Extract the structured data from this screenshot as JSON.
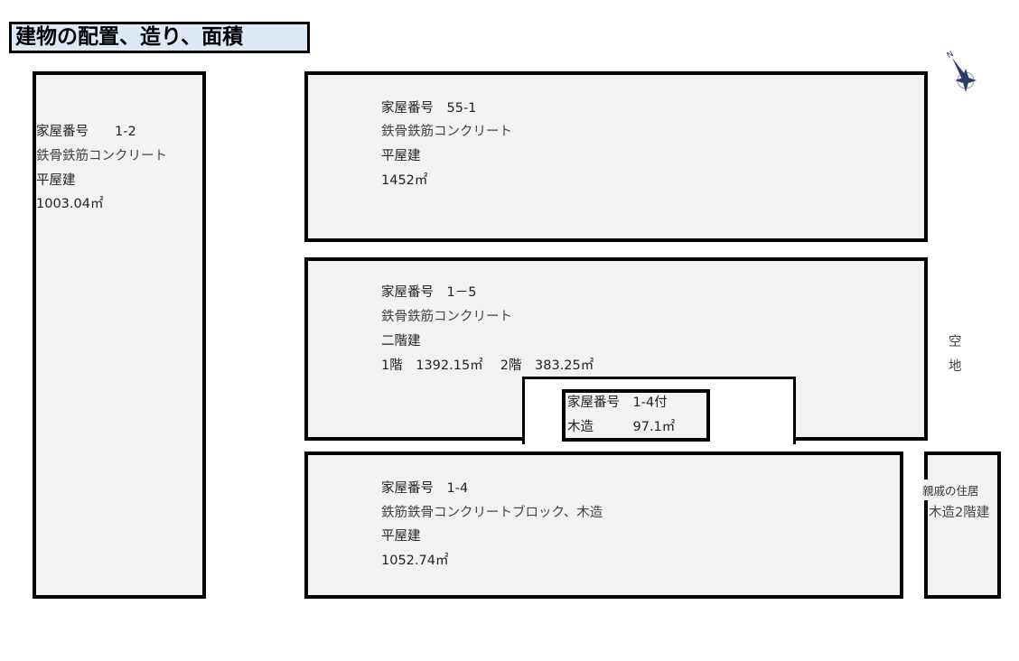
{
  "title": "建物の配置、造り、面積",
  "buildings": {
    "b12": {
      "lines": [
        "家屋番号　　1-2",
        "鉄骨鉄筋コンクリート",
        "平屋建",
        "1003.04㎡"
      ]
    },
    "b551": {
      "lines": [
        "家屋番号　55-1",
        "鉄骨鉄筋コンクリート",
        "平屋建",
        "1452㎡"
      ]
    },
    "b15": {
      "lines": [
        "家屋番号　1－5",
        "鉄骨鉄筋コンクリート",
        "二階建",
        "1階　1392.15㎡　 2階　383.25㎡"
      ]
    },
    "b14f": {
      "lines": [
        "家屋番号　1-4付",
        "木造　　　97.1㎡"
      ]
    },
    "b14": {
      "lines": [
        "家屋番号　1-4",
        "鉄筋鉄骨コンクリートブロック、木造",
        "平屋建",
        "1052.74㎡"
      ]
    },
    "relative": {
      "label": "親戚の住居",
      "structure": "木造2階建"
    }
  },
  "vacant_lot": [
    "空",
    "地"
  ],
  "compass": {
    "label": "N",
    "icon": "compass-rose-icon",
    "color": "#2c3e66"
  }
}
